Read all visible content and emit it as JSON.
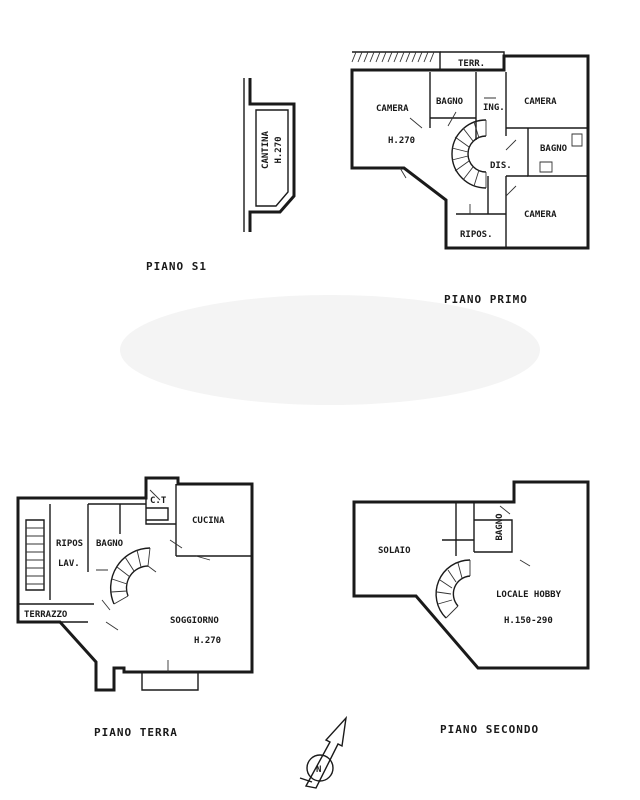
{
  "floors": {
    "piano_s1": {
      "title": "PIANO S1",
      "rooms": {
        "cantina": "CANTINA",
        "cantina_height": "H.270"
      }
    },
    "piano_primo": {
      "title": "PIANO PRIMO",
      "rooms": {
        "terr": "TERR.",
        "camera_left": "CAMERA",
        "camera_left_height": "H.270",
        "bagno_top": "BAGNO",
        "ing": "ING.",
        "camera_top_right": "CAMERA",
        "bagno_right": "BAGNO",
        "dis": "DIS.",
        "ripos": "RIPOS.",
        "camera_bottom_right": "CAMERA"
      }
    },
    "piano_terra": {
      "title": "PIANO TERRA",
      "rooms": {
        "ct": "C.T",
        "cucina": "CUCINA",
        "ripos": "RIPOS",
        "lav": "LAV.",
        "bagno": "BAGNO",
        "terrazzo": "TERRAZZO",
        "soggiorno": "SOGGIORNO",
        "soggiorno_height": "H.270"
      }
    },
    "piano_secondo": {
      "title": "PIANO SECONDO",
      "rooms": {
        "solaio": "SOLAIO",
        "bagno": "BAGNO",
        "locale_hobby": "LOCALE HOBBY",
        "locale_hobby_height": "H.150-290"
      }
    }
  },
  "compass": {
    "label": "N"
  }
}
